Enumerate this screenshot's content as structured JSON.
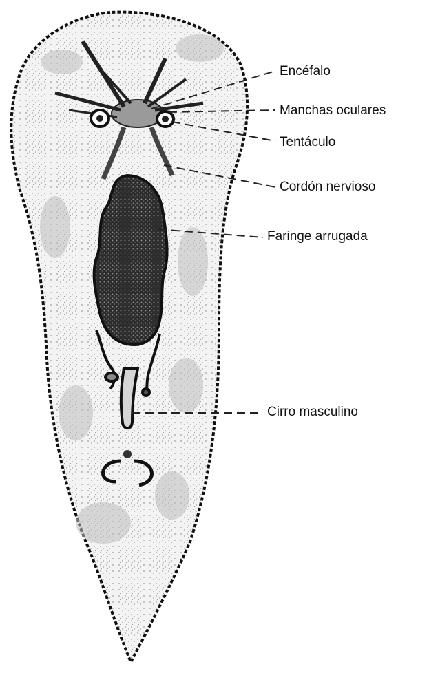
{
  "figure": {
    "subject": "Flatworm (planarian) anatomy, dorsal view",
    "labels": [
      {
        "id": "encefalo",
        "text": "Encéfalo"
      },
      {
        "id": "manchas",
        "text": "Manchas oculares"
      },
      {
        "id": "tentaculo",
        "text": "Tentáculo"
      },
      {
        "id": "cordon",
        "text": "Cordón nervioso"
      },
      {
        "id": "faringe",
        "text": "Faringe arrugada"
      },
      {
        "id": "cirro",
        "text": "Cirro masculino"
      }
    ]
  },
  "colors": {
    "ink": "#111111",
    "body_fill": "#efefef",
    "pharynx_fill": "#3a3a3a",
    "leader_line": "#222222"
  }
}
